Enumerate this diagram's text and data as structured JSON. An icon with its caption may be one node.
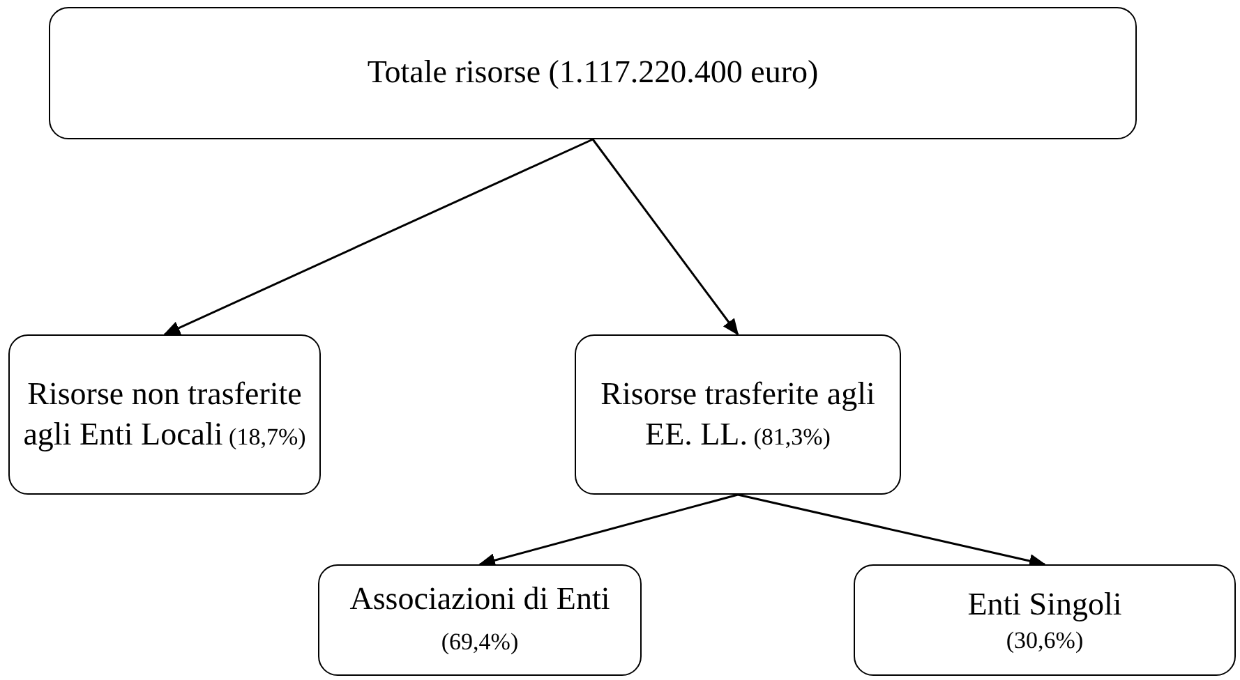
{
  "diagram": {
    "nodes": [
      {
        "text": [
          "Totale risorse (1.117.220.400 euro)"
        ]
      },
      {
        "text": [
          "Risorse non trasferite agli Enti Locali",
          "(18,7%)"
        ]
      },
      {
        "text": [
          "Risorse trasferite agli EE. LL.",
          "(81,3%)"
        ]
      },
      {
        "text": [
          "Associazioni di Enti",
          "(69,4%)"
        ]
      },
      {
        "text": [
          "Enti Singoli",
          "(30,6%)"
        ]
      }
    ],
    "edges": [
      {
        "from": 0,
        "to": 1,
        "arrow": "to"
      },
      {
        "from": 0,
        "to": 2,
        "arrow": "to"
      },
      {
        "from": 2,
        "to": 3,
        "arrow": "to"
      },
      {
        "from": 2,
        "to": 4,
        "arrow": "to"
      }
    ]
  }
}
